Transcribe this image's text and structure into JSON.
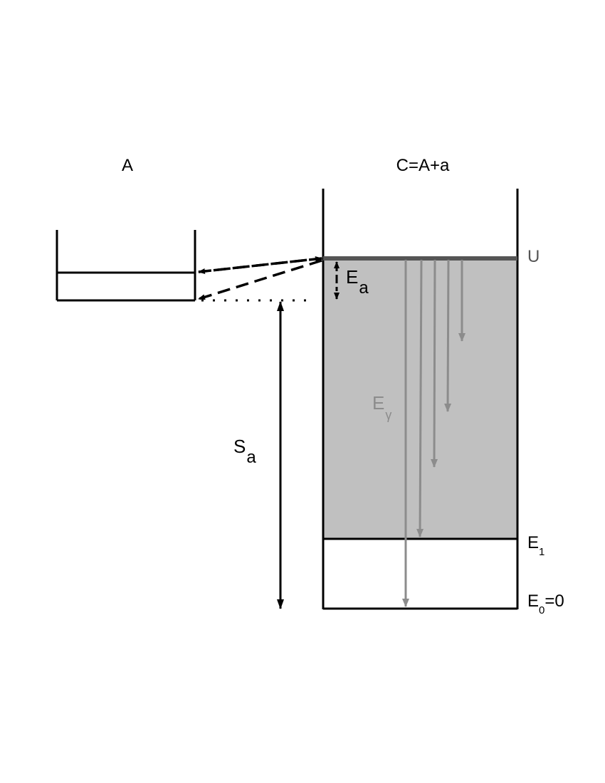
{
  "labels": {
    "left_title": "A",
    "right_title": "C=A+a",
    "top_level": "U",
    "activation": "E",
    "activation_sub": "a",
    "separation": "S",
    "separation_sub": "a",
    "gamma_energy": "E",
    "gamma_energy_sub": "γ",
    "first_level": "E",
    "first_level_sub": "1",
    "ground_level": "E",
    "ground_level_sub": "0",
    "ground_level_value": "=0"
  },
  "colors": {
    "line": "#000000",
    "continuum_fill": "#c0c0c0",
    "top_level_line": "#555555",
    "gamma_arrow": "#8c8c8c",
    "gamma_label": "#8c8c8c"
  }
}
